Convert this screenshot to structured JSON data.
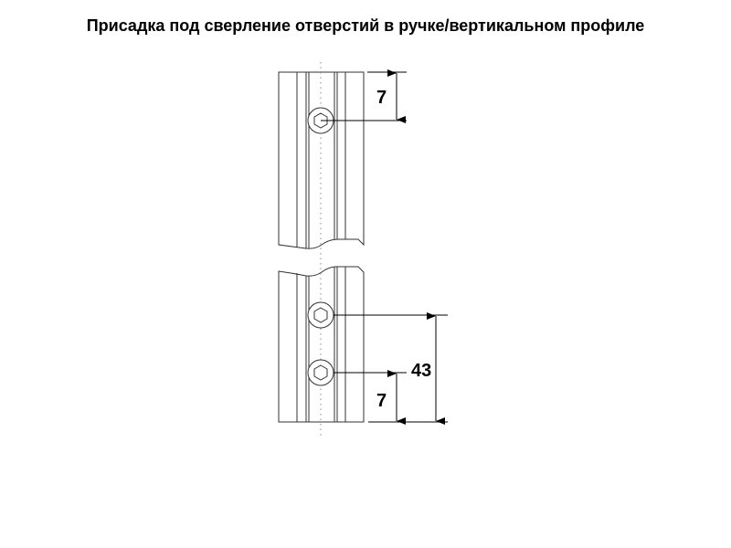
{
  "title": "Присадка под сверление отверстий в ручке/вертикальном профиле",
  "dimensions": {
    "top_offset": "7",
    "hole_spacing": "43",
    "bottom_offset": "7"
  },
  "colors": {
    "line": "#333333",
    "centerline": "#888888"
  }
}
